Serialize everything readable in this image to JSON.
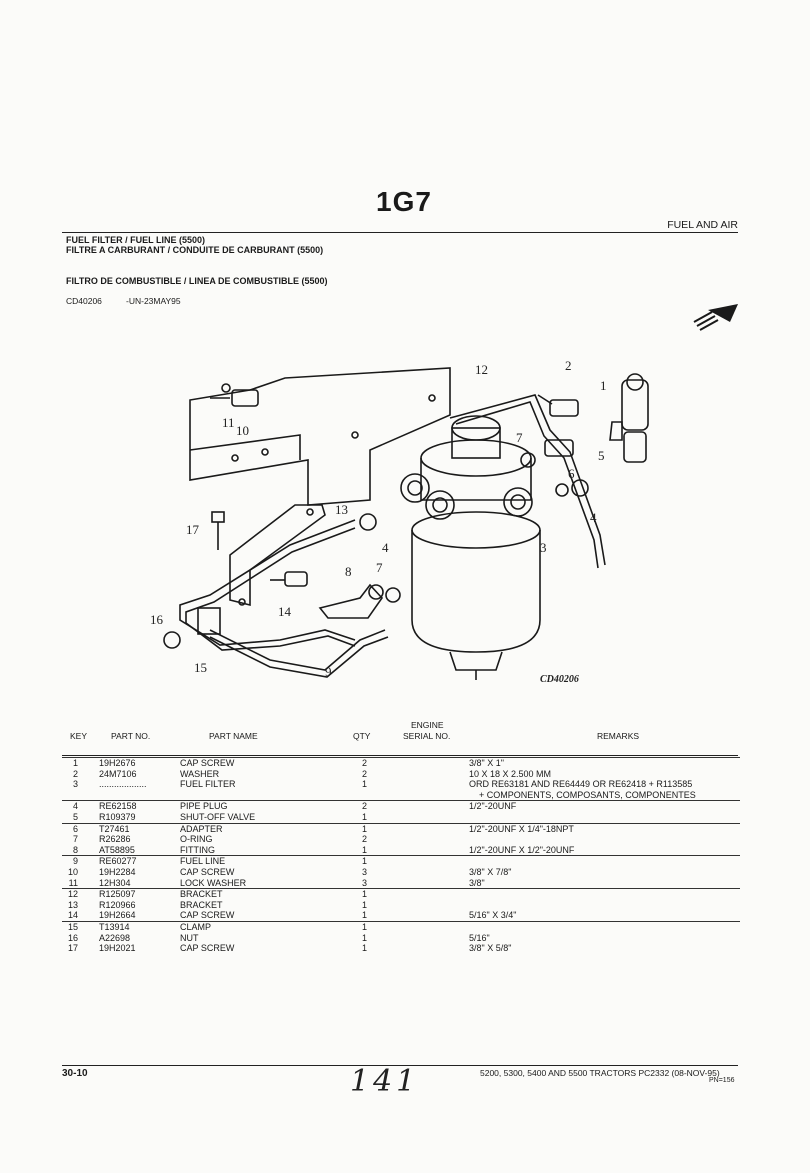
{
  "page": {
    "section_code": "1G7",
    "section_name": "FUEL AND AIR",
    "titles": [
      "FUEL FILTER / FUEL LINE (5500)",
      "FILTRE A CARBURANT / CONDUITE DE CARBURANT (5500)",
      "FILTRO DE COMBUSTIBLE / LINEA DE COMBUSTIBLE (5500)"
    ],
    "figure_id": "CD40206",
    "figure_stamp": "-UN-23MAY95",
    "figure_caption": "CD40206"
  },
  "diagram_callouts": [
    "1",
    "2",
    "3",
    "4",
    "4",
    "5",
    "6",
    "7",
    "7",
    "8",
    "9",
    "10",
    "11",
    "12",
    "13",
    "14",
    "15",
    "16",
    "17"
  ],
  "table": {
    "headers": {
      "key": "KEY",
      "part_no": "PART NO.",
      "part_name": "PART NAME",
      "qty": "QTY",
      "engine_serial_1": "ENGINE",
      "engine_serial_2": "SERIAL NO.",
      "remarks": "REMARKS"
    },
    "rows": [
      {
        "key": "1",
        "part_no": "19H2676",
        "name": "CAP SCREW",
        "qty": "2",
        "remarks": "3/8\" X 1\""
      },
      {
        "key": "2",
        "part_no": "24M7106",
        "name": "WASHER",
        "qty": "2",
        "remarks": "10 X 18 X 2.500 MM"
      },
      {
        "key": "3",
        "part_no": "...................",
        "name": "FUEL FILTER",
        "qty": "1",
        "remarks": "ORD RE63181 AND RE64449 OR RE62418 + R113585"
      },
      {
        "key": "",
        "part_no": "",
        "name": "",
        "qty": "",
        "remarks": "+ COMPONENTS, COMPOSANTS, COMPONENTES"
      },
      {
        "key": "4",
        "part_no": "RE62158",
        "name": "PIPE PLUG",
        "qty": "2",
        "remarks": "1/2\"-20UNF"
      },
      {
        "key": "5",
        "part_no": "R109379",
        "name": "SHUT-OFF VALVE",
        "qty": "1",
        "remarks": ""
      },
      {
        "key": "6",
        "part_no": "T27461",
        "name": "ADAPTER",
        "qty": "1",
        "remarks": "1/2\"-20UNF X 1/4\"-18NPT"
      },
      {
        "key": "7",
        "part_no": "R26286",
        "name": "O-RING",
        "qty": "2",
        "remarks": ""
      },
      {
        "key": "8",
        "part_no": "AT58895",
        "name": "FITTING",
        "qty": "1",
        "remarks": "1/2\"-20UNF X 1/2\"-20UNF"
      },
      {
        "key": "9",
        "part_no": "RE60277",
        "name": "FUEL LINE",
        "qty": "1",
        "remarks": ""
      },
      {
        "key": "10",
        "part_no": "19H2284",
        "name": "CAP SCREW",
        "qty": "3",
        "remarks": "3/8\" X 7/8\""
      },
      {
        "key": "11",
        "part_no": "12H304",
        "name": "LOCK WASHER",
        "qty": "3",
        "remarks": "3/8\""
      },
      {
        "key": "12",
        "part_no": "R125097",
        "name": "BRACKET",
        "qty": "1",
        "remarks": ""
      },
      {
        "key": "13",
        "part_no": "R120966",
        "name": "BRACKET",
        "qty": "1",
        "remarks": ""
      },
      {
        "key": "14",
        "part_no": "19H2664",
        "name": "CAP SCREW",
        "qty": "1",
        "remarks": "5/16\" X 3/4\""
      },
      {
        "key": "15",
        "part_no": "T13914",
        "name": "CLAMP",
        "qty": "1",
        "remarks": ""
      },
      {
        "key": "16",
        "part_no": "A22698",
        "name": "NUT",
        "qty": "1",
        "remarks": "5/16\""
      },
      {
        "key": "17",
        "part_no": "19H2021",
        "name": "CAP SCREW",
        "qty": "1",
        "remarks": "3/8\" X 5/8\""
      }
    ]
  },
  "footer": {
    "page_ref": "30-10",
    "publication": "5200, 5300, 5400 AND 5500 TRACTORS   PC2332     (08-NOV-95)",
    "pn": "PN=156",
    "handwritten_page": "141"
  }
}
